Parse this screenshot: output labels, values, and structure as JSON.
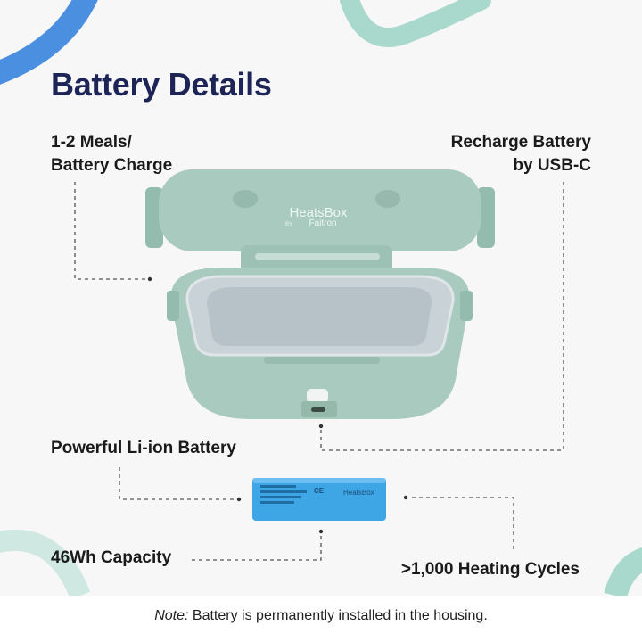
{
  "title": "Battery Details",
  "features": {
    "meals_line1": "1-2 Meals/",
    "meals_line2": "Battery Charge",
    "recharge_line1": "Recharge Battery",
    "recharge_line2": "by USB-C",
    "battery": "Powerful Li-ion Battery",
    "capacity": "46Wh Capacity",
    "cycles": ">1,000 Heating Cycles"
  },
  "product": {
    "lid_brand": "HeatsBox",
    "lid_by": "BY",
    "lid_maker": "Faitron",
    "battery_brand": "HeatsBox",
    "battery_cert": "CE"
  },
  "note": {
    "label": "Note:",
    "text": " Battery is permanently installed in the housing."
  },
  "colors": {
    "title": "#1d2456",
    "box_body": "#a7c9bd",
    "battery": "#3fa6e6",
    "accent_blue": "#4a8fe0",
    "accent_mint": "#a8d9cc"
  }
}
